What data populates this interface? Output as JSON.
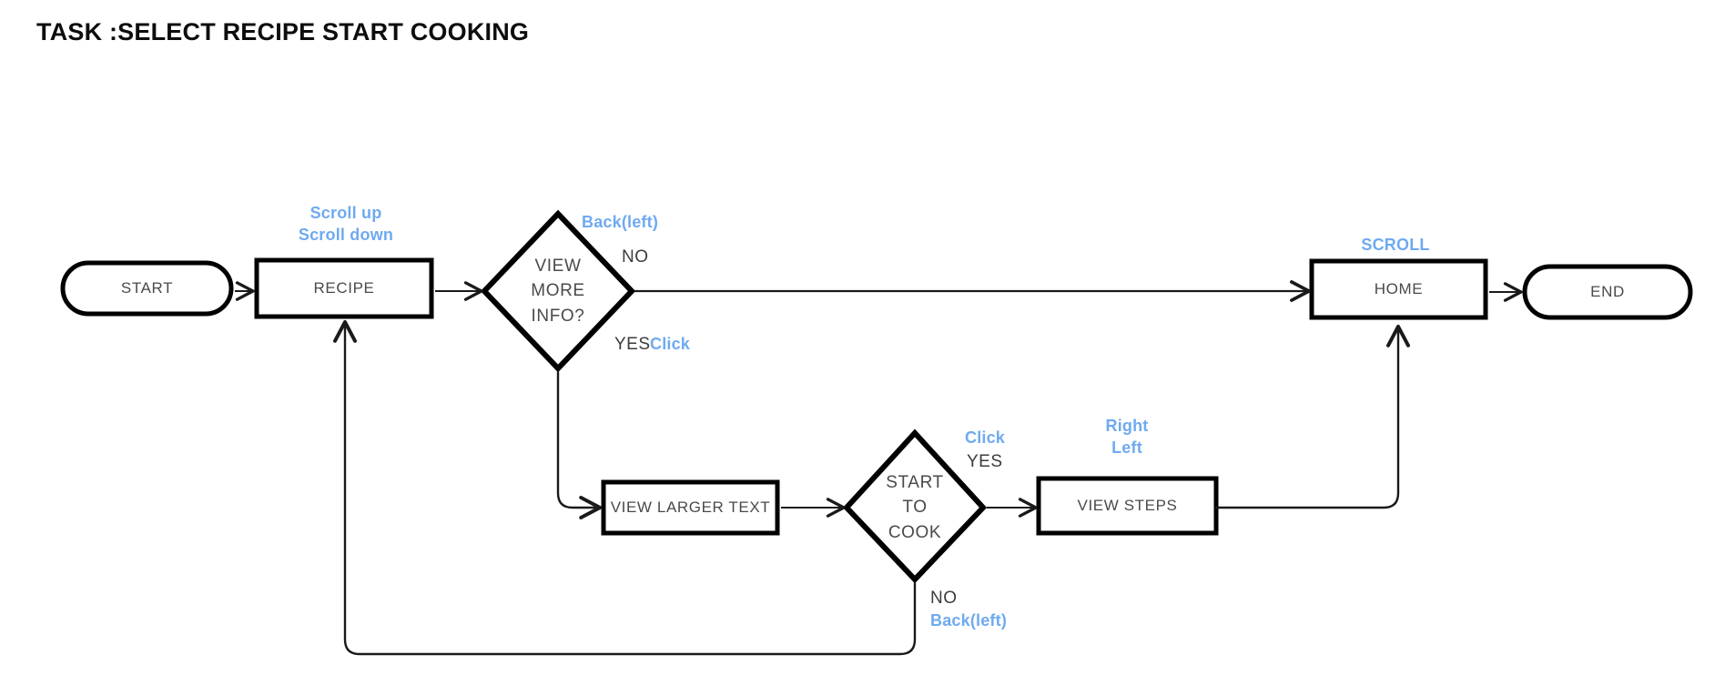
{
  "title": "TASK :SELECT RECIPE START COOKING",
  "colors": {
    "gesture_blue": "#6faaf0",
    "node_stroke": "#000000",
    "node_fill": "#ffffff",
    "node_text": "#4a4a4a",
    "edge_text": "#3c3c3c",
    "connector": "#1a1a1a",
    "background": "#ffffff"
  },
  "nodes": [
    {
      "id": "start",
      "label": "START",
      "shape": "terminator"
    },
    {
      "id": "recipe",
      "label": "RECIPE",
      "shape": "process"
    },
    {
      "id": "view_more",
      "label": "VIEW\nMORE\nINFO?",
      "shape": "decision"
    },
    {
      "id": "home",
      "label": "HOME",
      "shape": "process"
    },
    {
      "id": "end",
      "label": "END",
      "shape": "terminator"
    },
    {
      "id": "large_text",
      "label": "VIEW LARGER TEXT",
      "shape": "process"
    },
    {
      "id": "start_cook",
      "label": "START\nTO\nCOOK",
      "shape": "decision"
    },
    {
      "id": "view_steps",
      "label": "VIEW STEPS",
      "shape": "process"
    }
  ],
  "edge_labels": [
    {
      "id": "vm_no",
      "text": "NO",
      "for": "view_more->home"
    },
    {
      "id": "vm_yes",
      "text": "YES",
      "for": "view_more->large_text"
    },
    {
      "id": "sc_yes",
      "text": "YES",
      "for": "start_cook->view_steps"
    },
    {
      "id": "sc_no",
      "text": "NO",
      "for": "start_cook->recipe"
    }
  ],
  "gestures": [
    {
      "id": "recipe_gesture",
      "text": "Scroll up\nScroll down",
      "for": "recipe"
    },
    {
      "id": "vm_no_gesture",
      "text": "Back(left)",
      "for": "view_more->home"
    },
    {
      "id": "vm_yes_gesture",
      "text": "Click",
      "for": "view_more->large_text"
    },
    {
      "id": "home_gesture",
      "text": "SCROLL",
      "for": "home"
    },
    {
      "id": "sc_yes_gesture",
      "text": "Click",
      "for": "start_cook->view_steps"
    },
    {
      "id": "view_steps_gesture",
      "text": "Right\nLeft",
      "for": "view_steps"
    },
    {
      "id": "sc_no_gesture",
      "text": "Back(left)",
      "for": "start_cook->recipe"
    }
  ]
}
